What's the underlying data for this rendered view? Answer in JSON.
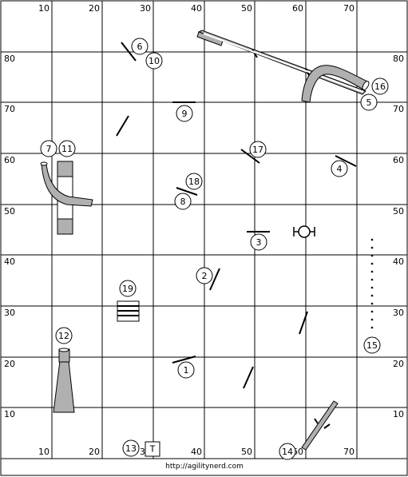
{
  "grid": {
    "x_labels": [
      "10",
      "20",
      "30",
      "40",
      "50",
      "60",
      "70"
    ],
    "y_labels": [
      "80",
      "70",
      "60",
      "50",
      "40",
      "30",
      "20",
      "10"
    ]
  },
  "footer": {
    "url": "http://agilitynerd.com"
  },
  "start_marker": "T",
  "obstacles": [
    {
      "number": "1",
      "kind": "jump"
    },
    {
      "number": "2",
      "kind": "jump"
    },
    {
      "number": "3",
      "kind": "jump"
    },
    {
      "number": "4",
      "kind": "jump"
    },
    {
      "number": "5",
      "kind": "tunnel"
    },
    {
      "number": "6",
      "kind": "jump"
    },
    {
      "number": "7",
      "kind": "tunnel"
    },
    {
      "number": "8",
      "kind": "jump"
    },
    {
      "number": "9",
      "kind": "jump"
    },
    {
      "number": "10",
      "kind": "jump"
    },
    {
      "number": "11",
      "kind": "a-frame"
    },
    {
      "number": "12",
      "kind": "chute"
    },
    {
      "number": "13",
      "kind": "start"
    },
    {
      "number": "14",
      "kind": "teeter"
    },
    {
      "number": "15",
      "kind": "weave-poles"
    },
    {
      "number": "16",
      "kind": "dog-walk"
    },
    {
      "number": "17",
      "kind": "jump"
    },
    {
      "number": "18",
      "kind": "jump"
    },
    {
      "number": "19",
      "kind": "table"
    }
  ],
  "colors": {
    "equipment": "#b0b0b0",
    "line": "#000000",
    "background": "#ffffff"
  }
}
